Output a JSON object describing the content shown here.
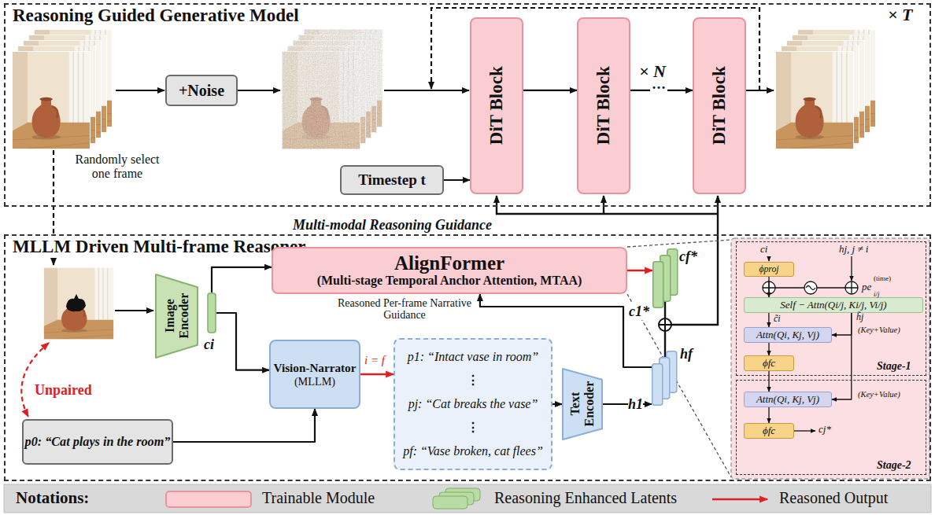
{
  "diagram": {
    "nodes": [
      {
        "text": [
          "Reasoning Guided Generative Model"
        ]
      },
      {
        "text": [
          "+Noise"
        ],
        "in": 0
      },
      {
        "text": [
          "DiT Block"
        ],
        "in": 0
      },
      {
        "text": [
          "DiT Block"
        ],
        "in": 0
      },
      {
        "text": [
          "DiT Block"
        ],
        "in": 0
      },
      {
        "text": [
          "Timestep t"
        ],
        "in": 0
      },
      {
        "text": [
          "MLLM Driven Multi-frame Reasoner"
        ]
      },
      {
        "text": [
          "Image Encoder"
        ],
        "in": 6
      },
      {
        "text": [
          "ci"
        ],
        "in": 6
      },
      {
        "text": [
          "AlignFormer",
          "(Multi-stage Temporal Anchor Attention, MTAA)"
        ],
        "in": 6
      },
      {
        "text": [
          "Vision-Narrator",
          "(MLLM)"
        ],
        "in": 6
      },
      {
        "text": [
          "p1: “Intact vase in room”",
          "⋮",
          "pj: “Cat breaks the vase”",
          "⋮",
          "pf: “Vase broken, cat flees”"
        ],
        "in": 6
      },
      {
        "text": [
          "Text Encoder"
        ],
        "in": 6
      },
      {
        "text": [
          "h1",
          "hf"
        ],
        "in": 6
      },
      {
        "text": [
          "c1*",
          "cf*"
        ],
        "in": 6
      },
      {
        "text": [
          "p0: “Cat plays in the room”"
        ],
        "in": 6
      },
      {
        "text": [
          "Stage-1"
        ],
        "in": 6
      },
      {
        "text": [
          "ϕproj"
        ],
        "in": 16
      },
      {
        "text": [
          "Self − Attn(Qi/j, Ki/j, Vi/j)"
        ],
        "in": 16
      },
      {
        "text": [
          "Attn(Qi, Kj, Vj)"
        ],
        "in": 16
      },
      {
        "text": [
          "ϕfc"
        ],
        "in": 16
      },
      {
        "text": [
          "Stage-2"
        ],
        "in": 6
      },
      {
        "text": [
          "Attn(Qi, Kj, Vj)"
        ],
        "in": 21
      },
      {
        "text": [
          "ϕfc"
        ],
        "in": 21
      }
    ],
    "edges": [
      {
        "from": 2,
        "to": 3,
        "arrow": "to"
      },
      {
        "from": 3,
        "to": 4,
        "arrow": "to",
        "label": "× N"
      },
      {
        "from": 5,
        "to": 2,
        "arrow": "to"
      },
      {
        "from": 8,
        "to": 9,
        "arrow": "to"
      },
      {
        "from": 8,
        "to": 10,
        "arrow": "to"
      },
      {
        "from": 15,
        "to": 10,
        "arrow": "to"
      },
      {
        "from": 10,
        "to": 11,
        "arrow": "to",
        "label": "i = f"
      },
      {
        "from": 11,
        "to": 12,
        "arrow": "to"
      },
      {
        "from": 12,
        "to": 13,
        "arrow": "to"
      },
      {
        "from": 13,
        "to": 9,
        "arrow": "to",
        "label": "Reasoned Per-frame Narrative Guidance"
      },
      {
        "from": 9,
        "to": 14,
        "arrow": "to"
      },
      {
        "from": 17,
        "to": 18,
        "arrow": "to"
      },
      {
        "from": 18,
        "to": 19,
        "arrow": "to"
      },
      {
        "from": 18,
        "to": 19,
        "arrow": "to",
        "label": "(Key+Value)"
      },
      {
        "from": 19,
        "to": 20,
        "arrow": "to"
      },
      {
        "from": 20,
        "to": 22,
        "arrow": "to"
      },
      {
        "from": 18,
        "to": 22,
        "arrow": "to",
        "label": "(Key+Value)"
      },
      {
        "from": 22,
        "to": 23,
        "arrow": "to"
      }
    ],
    "labels": [
      "× T",
      "Randomly select one frame",
      "···",
      "Multi-modal Reasoning Guidance",
      "Unpaired",
      "ci",
      "hj, j ≠ i",
      "pe",
      "(time)",
      "i/j",
      "c̃i",
      "h̃j",
      "cj*",
      "Notations:"
    ],
    "legend": [
      {
        "text": "Trainable Module",
        "color": "#f9cdd2"
      },
      {
        "text": "Reasoning Enhanced Latents"
      },
      {
        "text": "Reasoned Output"
      }
    ]
  }
}
